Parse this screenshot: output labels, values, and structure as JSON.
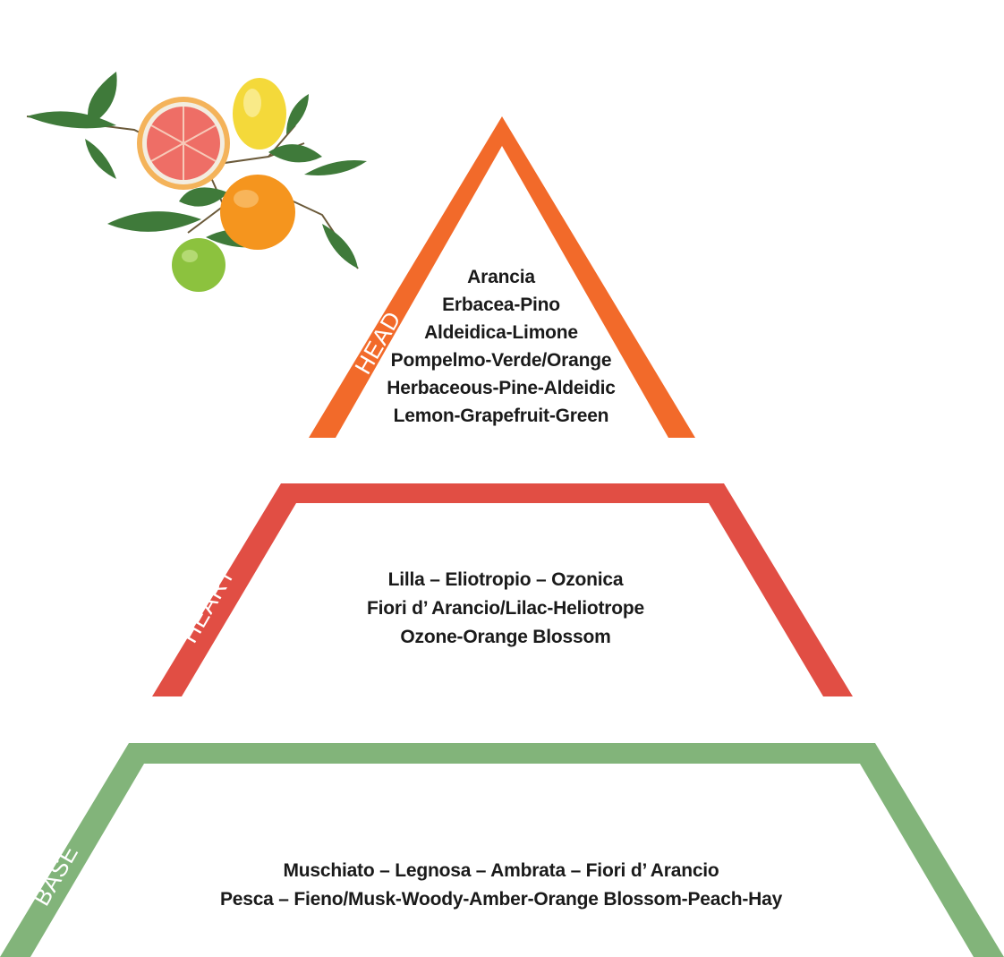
{
  "pyramid": {
    "head": {
      "label": "HEAD",
      "color": "#f26a2a",
      "notes": [
        "Arancia",
        "Erbacea-Pino",
        "Aldeidica-Limone",
        "Pompelmo-Verde/Orange",
        "Herbaceous-Pine-Aldeidic",
        "Lemon-Grapefruit-Green"
      ]
    },
    "heart": {
      "label": "HEART",
      "color": "#e14e44",
      "notes": [
        "Lilla – Eliotropio – Ozonica",
        "Fiori d’ Arancio/Lilac-Heliotrope",
        "Ozone-Orange Blossom"
      ]
    },
    "base": {
      "label": "BASE",
      "color": "#82b47a",
      "notes": [
        "Muschiato – Legnosa – Ambrata – Fiori d’ Arancio",
        "Pesca – Fieno/Musk-Woody-Amber-Orange Blossom-Peach-Hay"
      ]
    }
  },
  "illustration": {
    "icon": "citrus-fruits-icon",
    "fruits": [
      "grapefruit",
      "lemon",
      "orange",
      "lime"
    ]
  }
}
